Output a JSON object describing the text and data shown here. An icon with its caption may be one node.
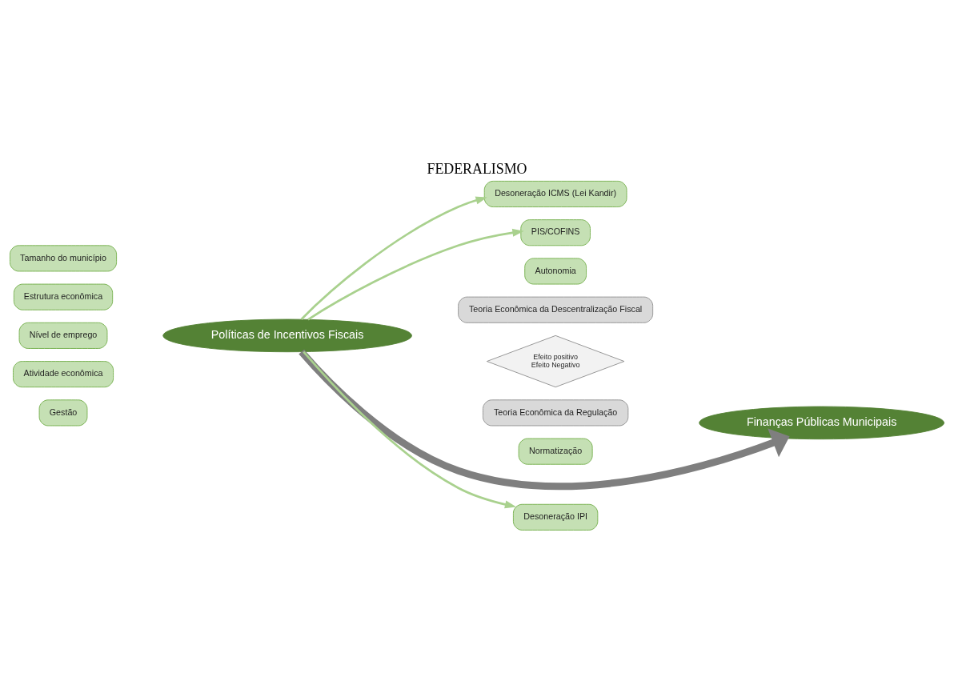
{
  "diagram": {
    "title": "FEDERALISMO",
    "nodes": [
      {
        "text": [
          "Desoneração ICMS (Lei Kandir)"
        ]
      },
      {
        "text": [
          "PIS/COFINS"
        ]
      },
      {
        "text": [
          "Políticas de Incentivos Fiscais"
        ]
      },
      {
        "text": [
          "Tamanho do município"
        ]
      },
      {
        "text": [
          "Estrutura econômica"
        ]
      },
      {
        "text": [
          "Nível de emprego"
        ]
      },
      {
        "text": [
          "Atividade econômica"
        ]
      },
      {
        "text": [
          "Gestão"
        ]
      },
      {
        "text": [
          "Autonomia"
        ]
      },
      {
        "text": [
          "Teoria Econômica da Descentralização Fiscal"
        ]
      },
      {
        "text": [
          "Efeito positivo",
          "Efeito Negativo"
        ]
      },
      {
        "text": [
          "Teoria Econômica da Regulação"
        ]
      },
      {
        "text": [
          "Normatização"
        ]
      },
      {
        "text": [
          "Finanças Públicas Municipais"
        ]
      },
      {
        "text": [
          "Desoneração IPI"
        ]
      }
    ],
    "edges": [
      {
        "from": 2,
        "to": 0,
        "arrow": "to"
      },
      {
        "from": 2,
        "to": 1,
        "arrow": "to"
      },
      {
        "from": 2,
        "to": 14,
        "arrow": "to"
      },
      {
        "from": 2,
        "to": 13,
        "arrow": "to",
        "style": "thick",
        "color": "#7f7f7f"
      }
    ]
  }
}
